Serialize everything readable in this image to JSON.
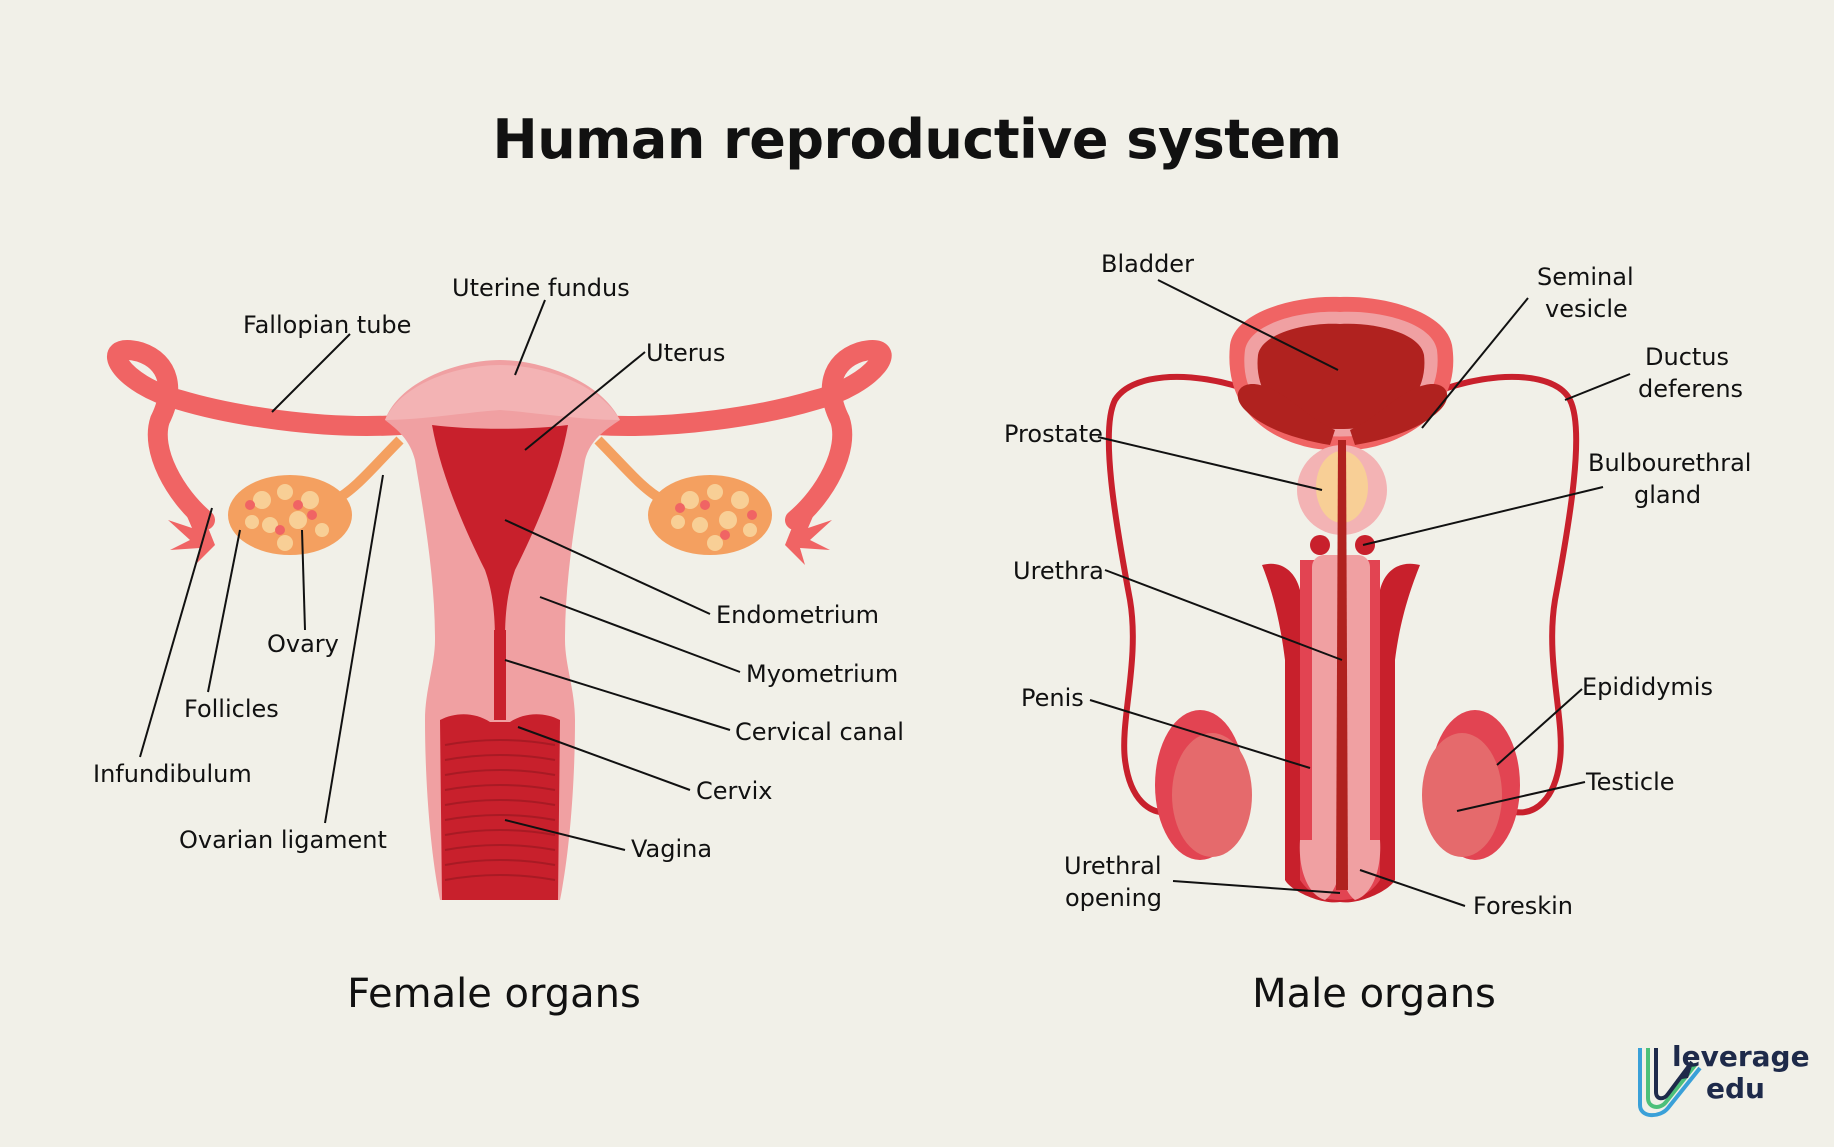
{
  "title": "Human reproductive system",
  "female": {
    "caption": "Female organs",
    "labels": {
      "uterine_fundus": "Uterine fundus",
      "fallopian_tube": "Fallopian tube",
      "uterus": "Uterus",
      "endometrium": "Endometrium",
      "myometrium": "Myometrium",
      "cervical_canal": "Cervical canal",
      "cervix": "Cervix",
      "vagina": "Vagina",
      "ovary": "Ovary",
      "follicles": "Follicles",
      "infundibulum": "Infundibulum",
      "ovarian_ligament": "Ovarian ligament"
    }
  },
  "male": {
    "caption": "Male organs",
    "labels": {
      "bladder": "Bladder",
      "seminal_vesicle_1": "Seminal",
      "seminal_vesicle_2": "vesicle",
      "ductus_deferens_1": "Ductus",
      "ductus_deferens_2": "deferens",
      "prostate": "Prostate",
      "bulbourethral_1": "Bulbourethral",
      "bulbourethral_2": "gland",
      "urethra": "Urethra",
      "penis": "Penis",
      "epididymis": "Epididymis",
      "testicle": "Testicle",
      "urethral_opening_1": "Urethral",
      "urethral_opening_2": "opening",
      "foreskin": "Foreskin"
    }
  },
  "logo": {
    "line1": "leverage",
    "line2": "edu"
  },
  "colors": {
    "background": "#f1f0e8",
    "dark_red": "#c8202c",
    "mid_red": "#e24452",
    "pink": "#f0a0a2",
    "salmon": "#f06464",
    "ovary_orange": "#f4a060",
    "follicle": "#f8cf96"
  }
}
